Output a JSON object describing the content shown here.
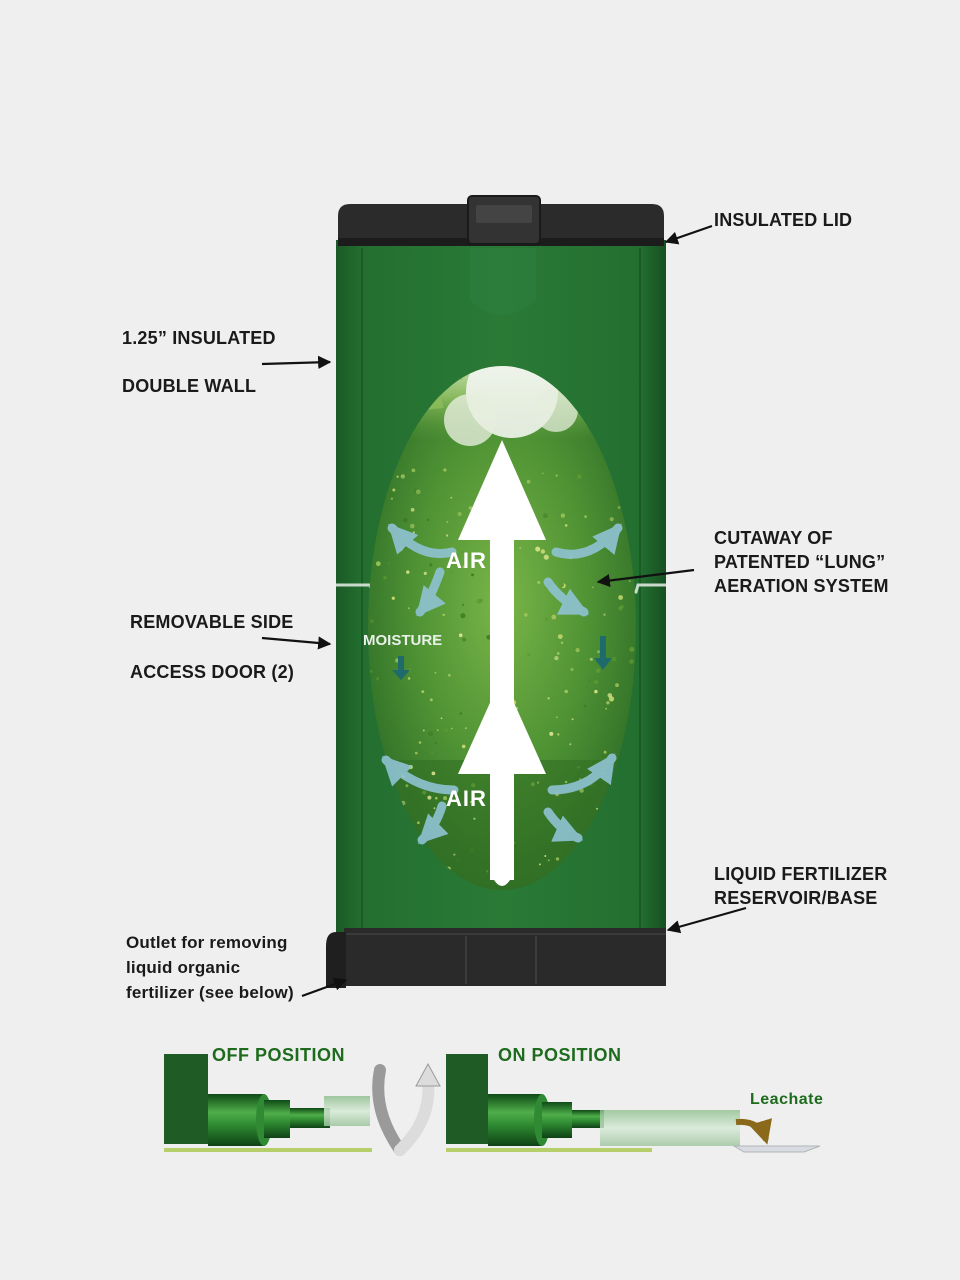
{
  "labels": {
    "lid": "INSULATED LID",
    "wall_line1": "1.25” INSULATED",
    "wall_line2": "DOUBLE WALL",
    "cutaway_line1": "CUTAWAY OF",
    "cutaway_line2": "PATENTED “LUNG”",
    "cutaway_line3": "AERATION SYSTEM",
    "door_line1": "REMOVABLE SIDE",
    "door_line2": "ACCESS DOOR (2)",
    "reservoir_line1": "LIQUID FERTILIZER",
    "reservoir_line2": "RESERVOIR/BASE",
    "outlet_line1": "Outlet for removing",
    "outlet_line2": "liquid organic",
    "outlet_line3": "fertilizer (see below)"
  },
  "cutaway": {
    "air_upper": "AIR",
    "air_lower": "AIR",
    "moisture": "MOISTURE"
  },
  "valve": {
    "off_title": "OFF POSITION",
    "on_title": "ON POSITION",
    "leachate": "Leachate"
  },
  "colors": {
    "bin_green": "#1f6b2e",
    "lid_black": "#2a2a2a",
    "arrow_white": "#ffffff",
    "swirl_blue": "#7fb8c8",
    "title_green": "#1e6b1e"
  }
}
